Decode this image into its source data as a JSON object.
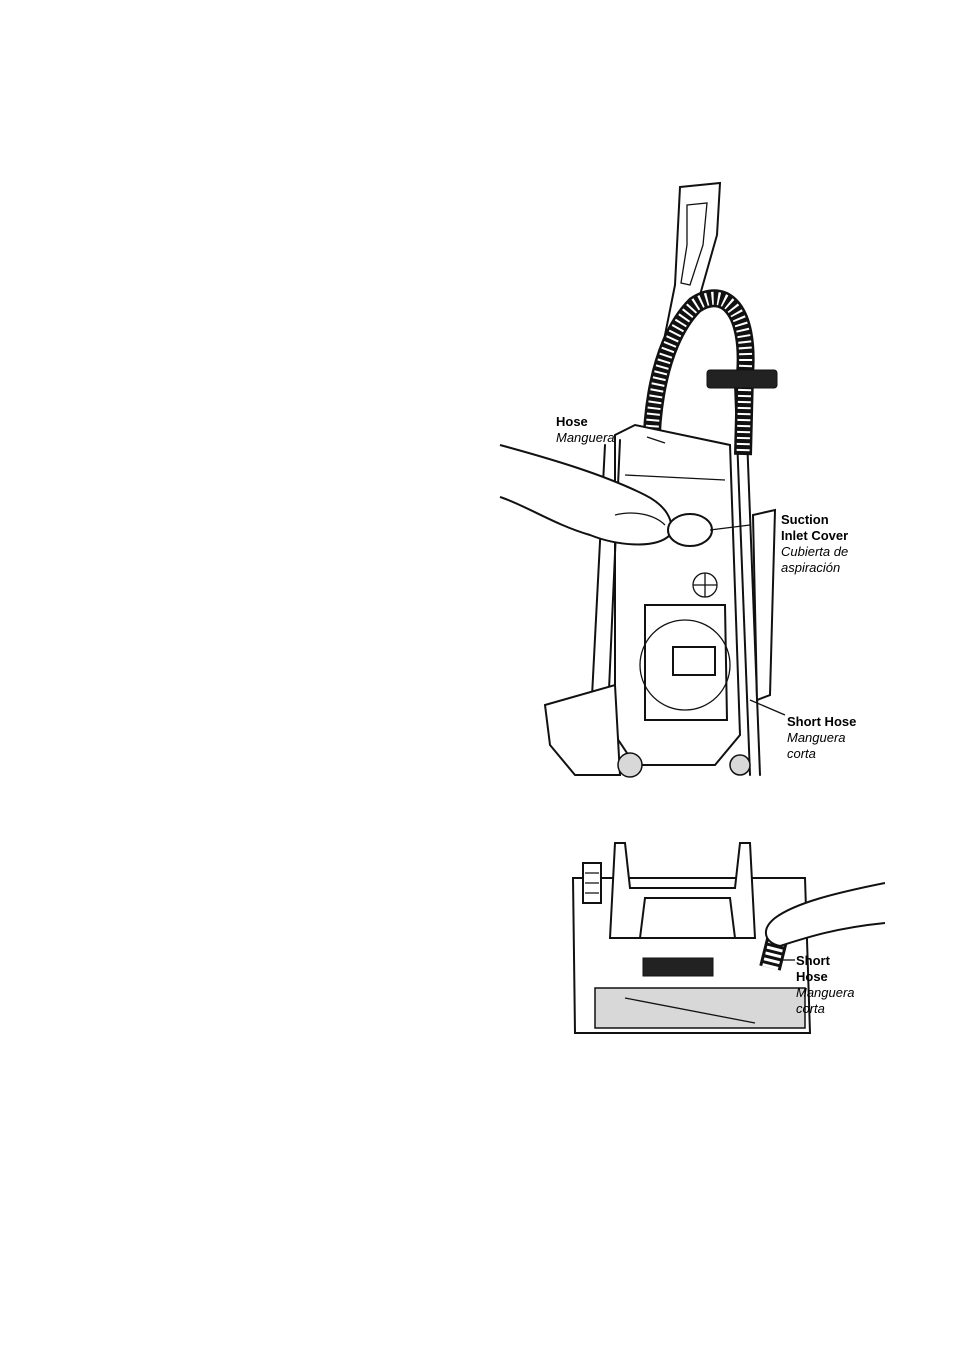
{
  "figure_upright": {
    "labels": {
      "hose": {
        "en": "Hose",
        "es": "Manguera"
      },
      "suction_inlet_cover": {
        "en_line1": "Suction",
        "en_line2": "Inlet Cover",
        "es_line1": "Cubierta de",
        "es_line2": "aspiración"
      },
      "short_hose": {
        "en": "Short Hose",
        "es_line1": "Manguera",
        "es_line2": "corta"
      }
    },
    "icon": "upright-vacuum-illustration"
  },
  "figure_base": {
    "labels": {
      "short_hose": {
        "en_line1": "Short",
        "en_line2": "Hose",
        "es_line1": "Manguera",
        "es_line2": "corta"
      }
    },
    "icon": "vacuum-base-illustration"
  }
}
